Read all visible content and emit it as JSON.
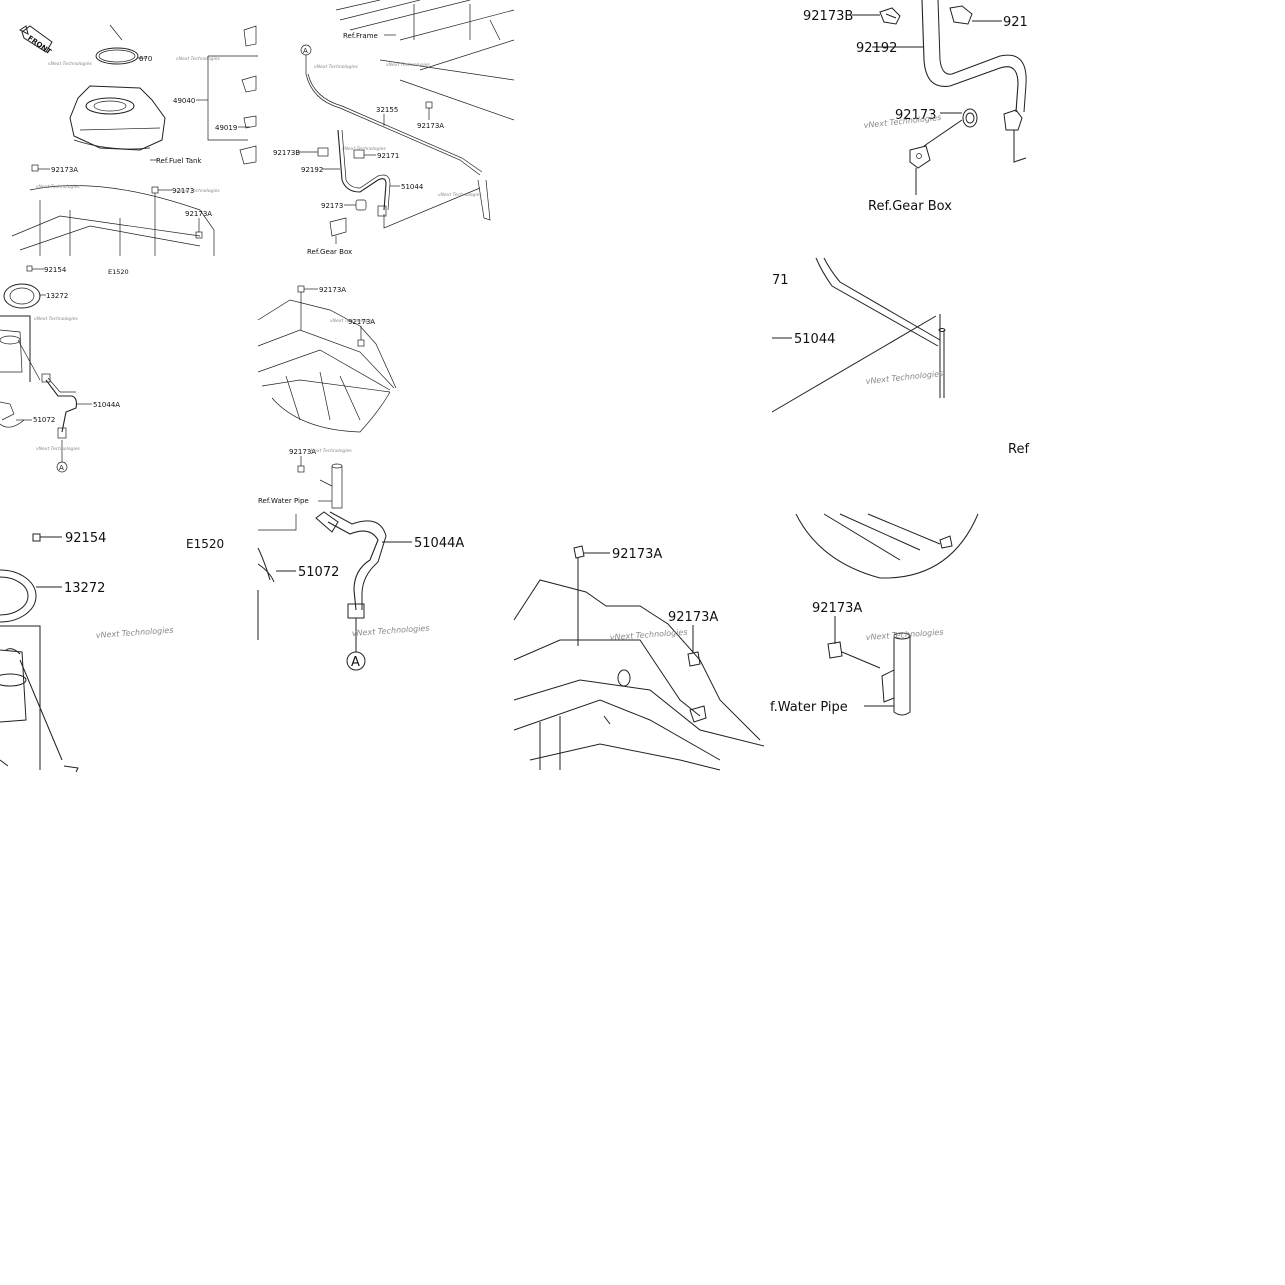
{
  "tiles": {
    "t1": {
      "front": "FRONT",
      "labels": {
        "p670": "670",
        "p49040": "49040",
        "p49019": "49019",
        "ref_fuel_tank": "Ref.Fuel Tank",
        "p92173a_1": "92173A",
        "p92173_1": "92173",
        "p92173a_2": "92173A"
      }
    },
    "t2": {
      "labels": {
        "ref_frame": "Ref.Frame",
        "circle_a": "A",
        "p32155": "32155",
        "p92173a": "92173A",
        "p92173b": "92173B",
        "p92171": "92171",
        "p92192": "92192",
        "p51044": "51044",
        "p92173": "92173",
        "ref_gear_box": "Ref.Gear Box"
      }
    },
    "t3": {
      "labels": {
        "p92173b": "92173B",
        "p921": "921",
        "p92192": "92192",
        "p92173": "92173",
        "ref_gear_box": "Ref.Gear Box"
      }
    },
    "t4": {
      "labels": {
        "p92154": "92154",
        "p13272": "13272",
        "e1520": "E1520",
        "p51044a": "51044A",
        "p51072": "51072",
        "circle_a": "A"
      }
    },
    "t5": {
      "labels": {
        "p92173a_1": "92173A",
        "p92173a_2": "92173A",
        "p92173a_3": "92173A",
        "ref_water_pipe": "Ref.Water Pipe"
      }
    },
    "t6": {
      "labels": {
        "p71": "71",
        "p51044": "51044",
        "ref": "Ref"
      }
    },
    "t7": {
      "labels": {
        "p92154": "92154",
        "p13272": "13272",
        "e1520": "E1520"
      }
    },
    "t8": {
      "labels": {
        "p51044a": "51044A",
        "p51072": "51072",
        "circle_a": "A"
      }
    },
    "t9": {
      "labels": {
        "p92173a_1": "92173A",
        "p92173a_2": "92173A"
      }
    },
    "t10": {
      "labels": {
        "p92173a": "92173A",
        "ref_water_pipe": "f.Water Pipe"
      }
    }
  },
  "watermark": "vNext Technologies"
}
